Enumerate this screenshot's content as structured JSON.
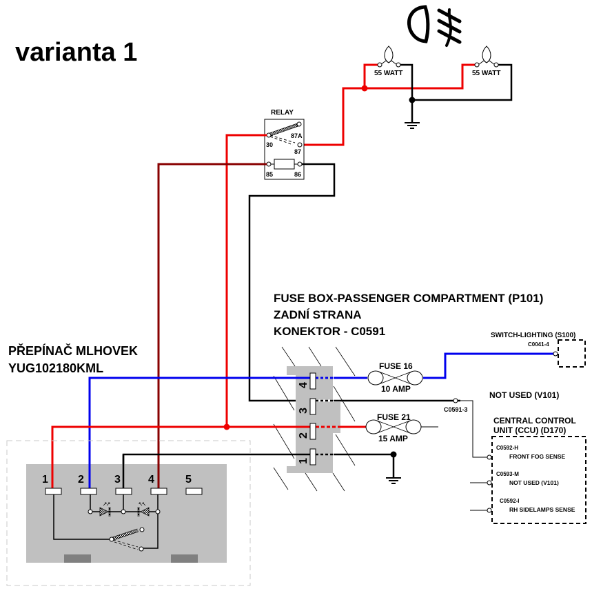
{
  "title": "varianta 1",
  "colors": {
    "red": "#ee0000",
    "dark_red": "#880000",
    "blue": "#0000ee",
    "black": "#000000",
    "gray_fill": "#c0c0c0",
    "dark_gray": "#808080",
    "dashed_border": "#c8c8c8"
  },
  "fog_lamp_symbol": {
    "icon": "front-fog-lamp-icon"
  },
  "lamps": [
    {
      "label": "55 WATT"
    },
    {
      "label": "55 WATT"
    }
  ],
  "relay": {
    "label": "RELAY",
    "terminals": {
      "t30": "30",
      "t87a": "87A",
      "t87": "87",
      "t85": "85",
      "t86": "86"
    }
  },
  "fuse_box": {
    "lines": [
      "FUSE BOX-PASSENGER COMPARTMENT (P101)",
      "ZADNÍ STRANA",
      "KONEKTOR - C0591"
    ],
    "pins": [
      "4",
      "3",
      "2",
      "1"
    ],
    "fuses": [
      {
        "name": "FUSE 16",
        "rating": "10 AMP"
      },
      {
        "name": "FUSE 21",
        "rating": "15 AMP"
      }
    ],
    "connector_label": "C0591-3"
  },
  "switch": {
    "title_line1": "PŘEPÍNAČ MLHOVEK",
    "title_line2": "YUG102180KML",
    "pins": [
      "1",
      "2",
      "3",
      "4",
      "5"
    ]
  },
  "switch_lighting": {
    "label": "SWITCH-LIGHTING (S100)",
    "connector": "C0041-4"
  },
  "not_used": {
    "label": "NOT USED (V101)"
  },
  "ccu": {
    "title_line1": "CENTRAL CONTROL",
    "title_line2": "UNIT (CCU) (D170)",
    "pins": [
      {
        "connector": "C0592-H",
        "name": "FRONT FOG SENSE"
      },
      {
        "connector": "C0593-M",
        "name": "NOT USED (V101)"
      },
      {
        "connector": "C0592-I",
        "name": "RH SIDELAMPS SENSE"
      }
    ]
  }
}
